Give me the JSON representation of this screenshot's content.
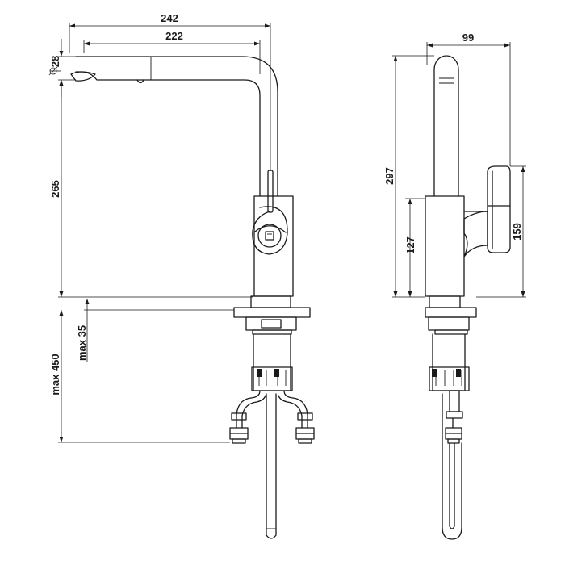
{
  "dimensions": {
    "overall_reach": "242",
    "spout_reach": "222",
    "spout_diameter": "28",
    "spout_height": "265",
    "max_deck_thickness": "max 35",
    "max_hose_depth": "max 450",
    "body_width": "99",
    "overall_height": "297",
    "body_height": "127",
    "handle_height": "159"
  }
}
